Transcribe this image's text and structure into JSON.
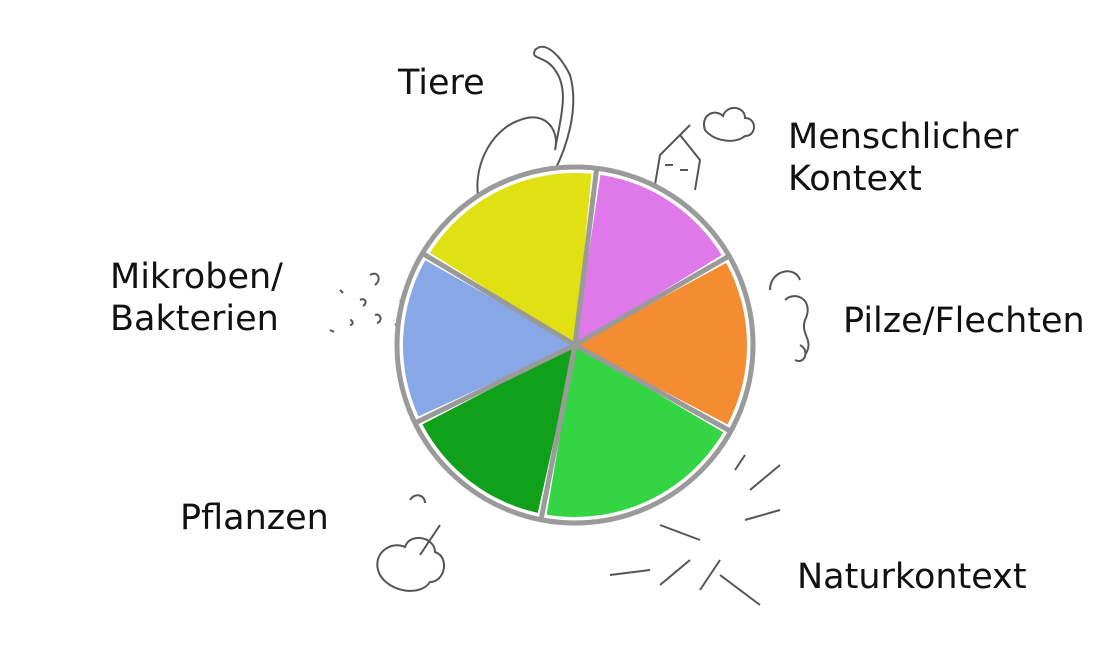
{
  "segments": [
    {
      "name": "animals",
      "label": "Tiere",
      "color": "#e1e012"
    },
    {
      "name": "human-context",
      "label": "Menschlicher Kontext",
      "color": "#df78e9"
    },
    {
      "name": "fungi-lichens",
      "label": "Pilze/Flechten",
      "color": "#f48d31"
    },
    {
      "name": "nature-context",
      "label": "Naturkontext",
      "color": "#33d543"
    },
    {
      "name": "plants",
      "label": "Pflanzen",
      "color": "#10a019"
    },
    {
      "name": "microbes-bacteria",
      "label": "Mikroben/Bakterien",
      "color": "#87a7e6"
    }
  ],
  "labels": {
    "tiere": "Tiere",
    "mensch_1": "Menschlicher",
    "mensch_2": "Kontext",
    "pilze": "Pilze/Flechten",
    "natur": "Naturkontext",
    "pflanzen": "Pflanzen",
    "mikroben_1": "Mikroben/",
    "mikroben_2": "Bakterien"
  },
  "divider_color": "#9a9a9a"
}
